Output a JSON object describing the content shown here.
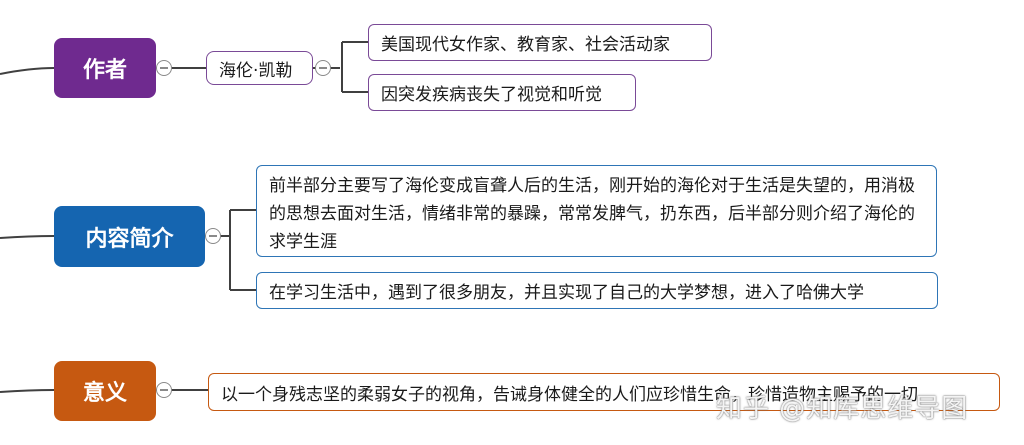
{
  "colors": {
    "author": "#6f2a8f",
    "content": "#1565b0",
    "meaning": "#c65911",
    "line": "#404040"
  },
  "author": {
    "label": "作者",
    "name": "海伦·凯勒",
    "details": [
      "美国现代女作家、教育家、社会活动家",
      "因突发疾病丧失了视觉和听觉"
    ]
  },
  "content": {
    "label": "内容简介",
    "paragraphs": [
      "前半部分主要写了海伦变成盲聋人后的生活，刚开始的海伦对于生活是失望的，用消极的思想去面对生活，情绪非常的暴躁，常常发脾气，扔东西，后半部分则介绍了海伦的求学生涯",
      "在学习生活中，遇到了很多朋友，并且实现了自己的大学梦想，进入了哈佛大学"
    ]
  },
  "meaning": {
    "label": "意义",
    "text": "以一个身残志坚的柔弱女子的视角，告诫身体健全的人们应珍惜生命，珍惜造物主赐予的一切"
  },
  "watermark": "知乎 @知库思维导图"
}
